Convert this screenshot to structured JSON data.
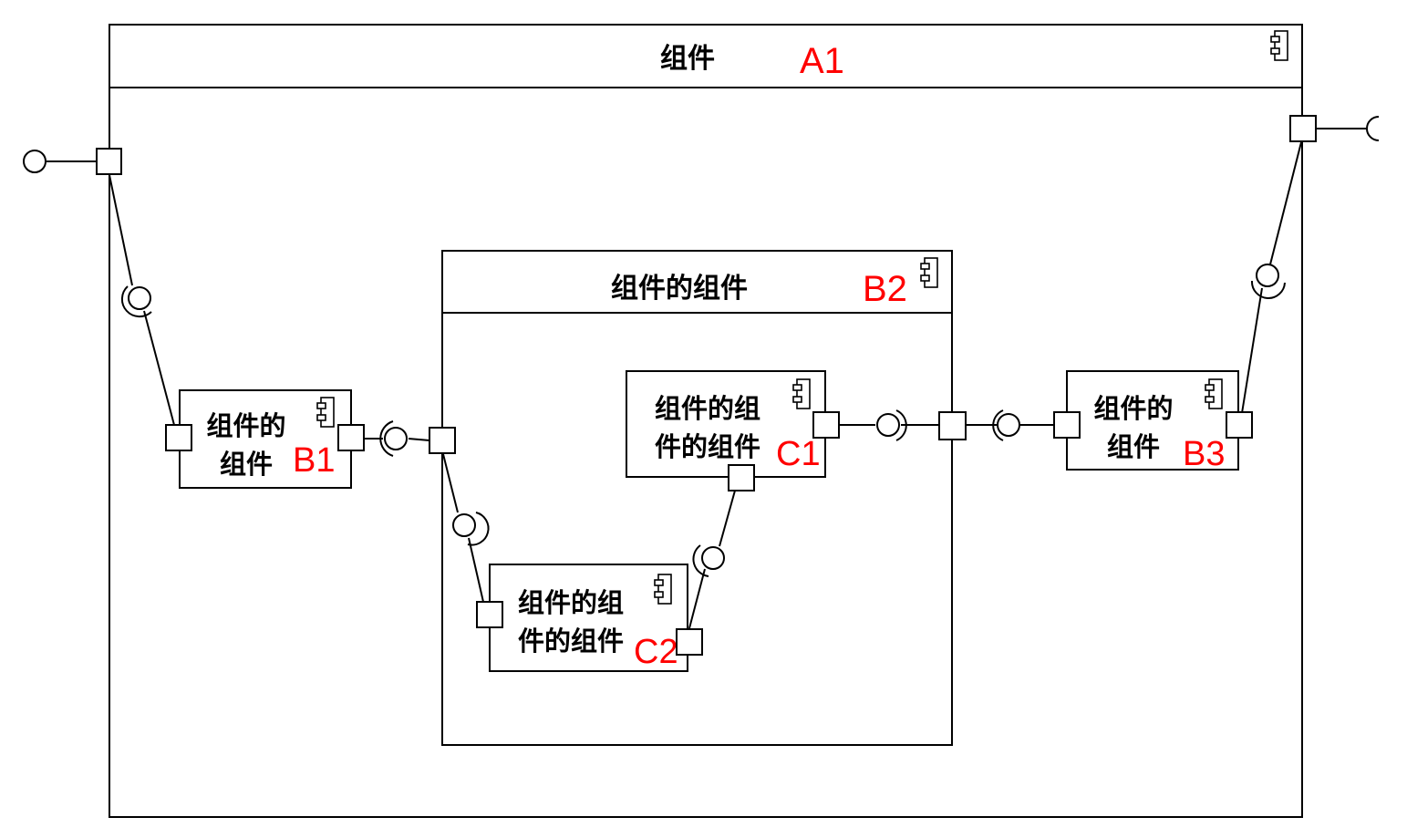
{
  "components": {
    "a1": {
      "title": "组件",
      "tag": "A1"
    },
    "b1": {
      "title_line1": "组件的",
      "title_line2": "组件",
      "tag": "B1"
    },
    "b2": {
      "title": "组件的组件",
      "tag": "B2"
    },
    "b3": {
      "title_line1": "组件的",
      "title_line2": "组件",
      "tag": "B3"
    },
    "c1": {
      "title_line1": "组件的组",
      "title_line2": "件的组件",
      "tag": "C1"
    },
    "c2": {
      "title_line1": "组件的组",
      "title_line2": "件的组件",
      "tag": "C2"
    }
  },
  "colors": {
    "tag": "#ff0000",
    "stroke": "#000000",
    "fill": "#ffffff"
  },
  "icons": {
    "component": "component-icon",
    "port": "port-square",
    "provided": "lollipop-ball",
    "required": "socket-arc"
  }
}
